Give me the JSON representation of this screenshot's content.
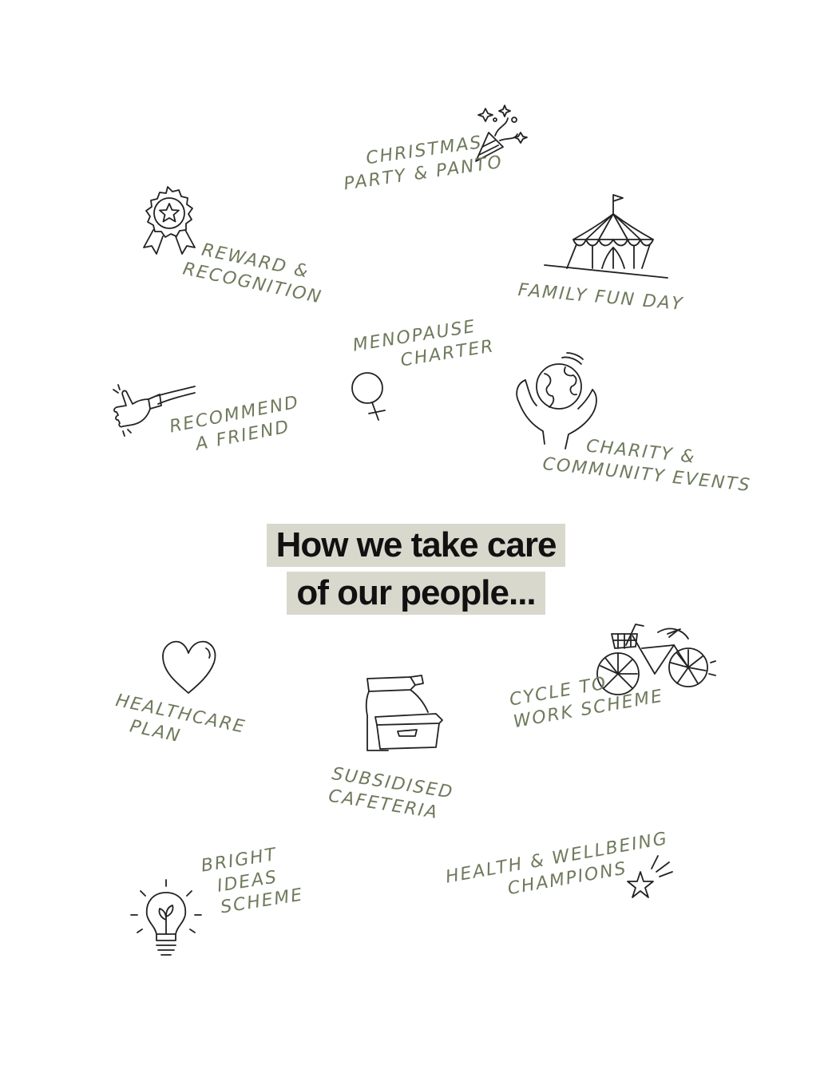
{
  "colors": {
    "background": "#ffffff",
    "label": "#6f7a5d",
    "ink": "#222222",
    "highlight": "#d9d8cd",
    "title": "#111111"
  },
  "title": {
    "line1": "How we take care",
    "line2": "of our people..."
  },
  "benefits": [
    {
      "id": "christmas",
      "icon": "party-popper-icon",
      "lines": [
        "CHRiSTMAS",
        "PARTY & PANTO"
      ]
    },
    {
      "id": "reward",
      "icon": "rosette-icon",
      "lines": [
        "REWARD &",
        "RECOGNiTiON"
      ]
    },
    {
      "id": "family",
      "icon": "circus-tent-icon",
      "lines": [
        "FAMiLY FUN DAY"
      ]
    },
    {
      "id": "menopause",
      "icon": "female-symbol-icon",
      "lines": [
        "MENOPAUSE",
        "CHARTER"
      ]
    },
    {
      "id": "recommend",
      "icon": "thumbs-up-icon",
      "lines": [
        "RECOMMEND",
        "A FRiEND"
      ]
    },
    {
      "id": "charity",
      "icon": "hands-globe-icon",
      "lines": [
        "CHARiTY &",
        "COMMUNiTY EVENTS"
      ]
    },
    {
      "id": "healthcare",
      "icon": "heart-icon",
      "lines": [
        "HEALTHCARE",
        "PLAN"
      ]
    },
    {
      "id": "cafeteria",
      "icon": "lunchbox-icon",
      "lines": [
        "SUBSiDiSED",
        "CAFETERiA"
      ]
    },
    {
      "id": "cycle",
      "icon": "bicycle-icon",
      "lines": [
        "CYCLE TO",
        "WORK SCHEME"
      ]
    },
    {
      "id": "ideas",
      "icon": "lightbulb-icon",
      "lines": [
        "BRiGHT",
        "iDEAS",
        "SCHEME"
      ]
    },
    {
      "id": "wellbeing",
      "icon": "star-icon",
      "lines": [
        "HEALTH & WELLBEiNG",
        "CHAMPiONS"
      ]
    }
  ]
}
